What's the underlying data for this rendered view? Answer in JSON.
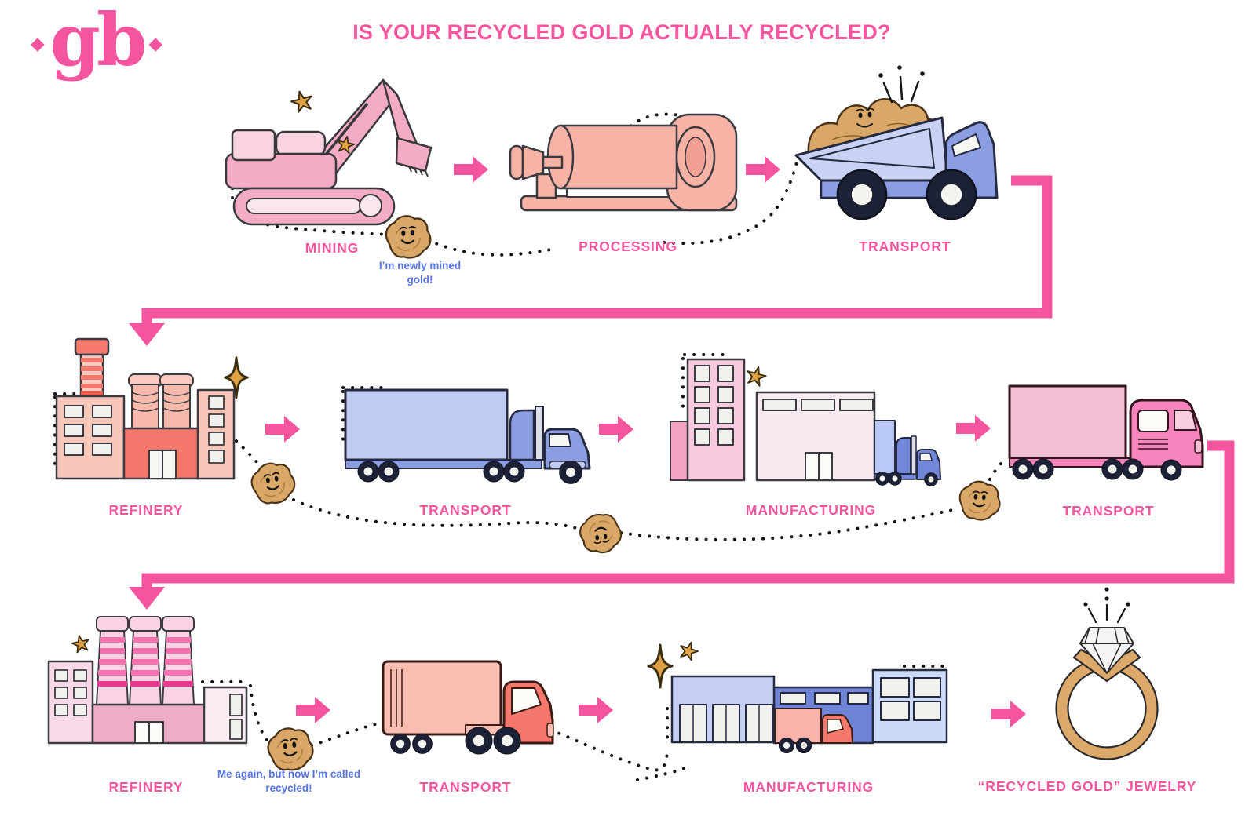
{
  "page": {
    "title": "IS YOUR RECYCLED GOLD ACTUALLY RECYCLED?"
  },
  "logo": {
    "text": "gb",
    "left_diamond": "◆",
    "right_diamond": "◆"
  },
  "colors": {
    "accent_pink": "#F5549E",
    "speech_blue": "#5574E0",
    "nugget_gold": "#D9A868",
    "star_gold": "#DFA345",
    "wheel_navy": "#1C2135"
  },
  "flow": {
    "row1": [
      {
        "id": "mining",
        "illustration": "excavator-icon",
        "label": "MINING"
      },
      {
        "id": "processing",
        "illustration": "ball-mill-icon",
        "label": "PROCESSING"
      },
      {
        "id": "transport-1",
        "illustration": "dump-truck-icon",
        "label": "TRANSPORT"
      }
    ],
    "row2": [
      {
        "id": "refinery-1",
        "illustration": "factory-icon",
        "label": "REFINERY"
      },
      {
        "id": "transport-2",
        "illustration": "semi-truck-icon",
        "label": "TRANSPORT"
      },
      {
        "id": "manufacturing-1",
        "illustration": "factory-buildings-icon",
        "label": "MANUFACTURING"
      },
      {
        "id": "transport-3",
        "illustration": "box-truck-icon",
        "label": "TRANSPORT"
      }
    ],
    "row3": [
      {
        "id": "refinery-2",
        "illustration": "factory-icon",
        "label": "REFINERY"
      },
      {
        "id": "transport-4",
        "illustration": "box-truck-icon",
        "label": "TRANSPORT"
      },
      {
        "id": "manufacturing-2",
        "illustration": "factory-buildings-icon",
        "label": "MANUFACTURING"
      },
      {
        "id": "jewelry",
        "illustration": "diamond-ring-icon",
        "label": "“RECYCLED GOLD” JEWELRY"
      }
    ]
  },
  "speech": {
    "newly_mined": "I’m newly mined gold!",
    "recycled": "Me again, but now I’m called recycled!"
  }
}
